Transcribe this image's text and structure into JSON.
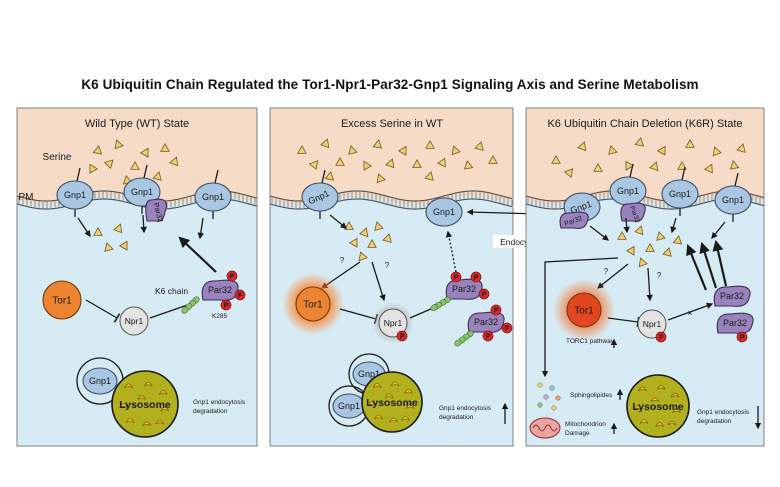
{
  "title": "K6 Ubiquitin Chain Regulated the Tor1-Npr1-Par32-Gnp1 Signaling Axis and Serine Metabolism",
  "panels": [
    {
      "heading": "Wild Type (WT) State",
      "serine_label": "Serine",
      "pm_label": "PM",
      "gnp1": "Gnp1",
      "par32": "Par32",
      "tor1": "Tor1",
      "npr1": "Npr1",
      "k6_chain": "K6 chain",
      "k285": "K285",
      "lysosome": "Lysosome",
      "note_line1": "Gnp1 endocytosis",
      "note_line2": "degradation"
    },
    {
      "heading": "Excess Serine in WT",
      "gnp1": "Gnp1",
      "par32": "Par32",
      "tor1": "Tor1",
      "npr1": "Npr1",
      "question": "?",
      "endocytosis": "Endocytosis",
      "lysosome": "Lysosome",
      "note_line1": "Gnp1 endocytosis",
      "note_line2": "degradation"
    },
    {
      "heading": "K6 Ubiquitin Chain Deletion (K6R) State",
      "gnp1": "Gnp1",
      "par32": "Par32",
      "tor1": "Tor1",
      "npr1": "Npr1",
      "question": "?",
      "torc1": "TORC1 pathway",
      "sphingolipides": "Sphingolipides",
      "mito_line1": "Mitochondrion",
      "mito_line2": "Damage",
      "lysosome": "Lysosome",
      "note_line1": "Gnp1 endocytosis",
      "note_line2": "degradation"
    }
  ],
  "phospho": "P",
  "colors": {
    "outside": "#f6dcc6",
    "cytoplasm": "#d7ebf4",
    "gnp1_fill": "#a9c7e2",
    "par32_fill": "#9a83bc",
    "tor1_fill": "#ec8432",
    "npr1_fill": "#e3e3e3",
    "phospho_fill": "#d8292b",
    "serine_fill": "#f3cd6e",
    "lysosome_fill": "#b2b01e",
    "ubiquitin_fill": "#8cc26f"
  }
}
